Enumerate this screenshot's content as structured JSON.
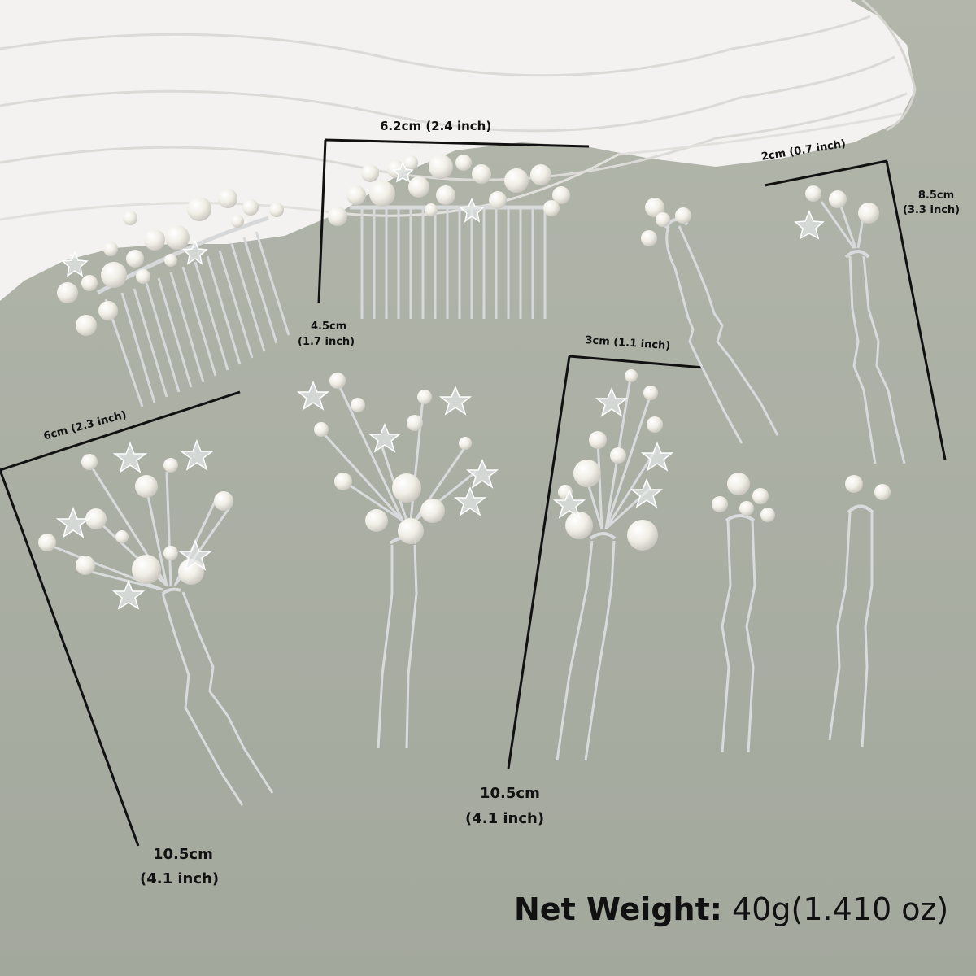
{
  "labels": {
    "comb_right_width": "6.2cm (2.4 inch)",
    "comb_right_height_cm": "4.5cm",
    "comb_right_height_in": "(1.7 inch)",
    "small_pin_width": "2cm (0.7 inch)",
    "small_pin_height_cm": "8.5cm",
    "small_pin_height_in": "(3.3 inch)",
    "mid_pin_width": "3cm (1.1 inch)",
    "mid_pin_height_cm": "10.5cm",
    "mid_pin_height_in": "(4.1 inch)",
    "large_pin_width": "6cm (2.3 inch)",
    "large_pin_height_cm": "10.5cm",
    "large_pin_height_in": "(4.1 inch)"
  },
  "net_weight": {
    "key": "Net Weight:",
    "value": "40g(1.410 oz)"
  },
  "colors": {
    "background": "#a9ada2",
    "stand": "#f2f1ef",
    "pearl": "#f4f1e8",
    "wire": "#d4d6d8",
    "text": "#111111"
  },
  "objects": [
    "pearl-hair-comb",
    "pearl-hair-comb",
    "pearl-star-hair-pin",
    "pearl-star-hair-pin",
    "pearl-star-hair-pin",
    "pearl-hair-pin",
    "pearl-hair-pin",
    "pearl-hair-pin",
    "pearl-hair-pin"
  ]
}
